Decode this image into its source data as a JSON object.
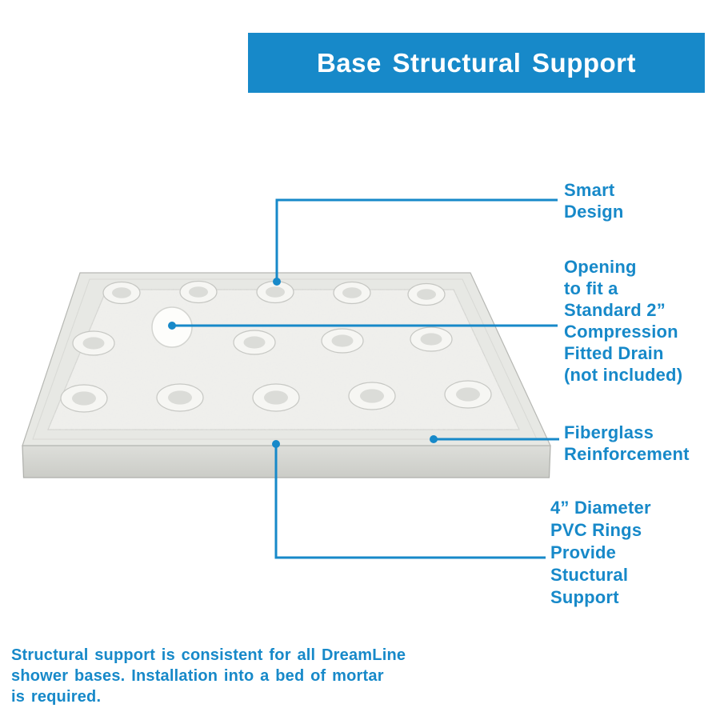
{
  "page": {
    "background": "#ffffff",
    "accent_color": "#1789c9"
  },
  "header": {
    "title": "Base Structural Support",
    "background": "#1789c9",
    "text_color": "#ffffff"
  },
  "callouts": [
    {
      "id": "smart-design",
      "text": "Smart\nDesign"
    },
    {
      "id": "drain-opening",
      "text": "Opening\nto fit a\nStandard 2”\nCompression\nFitted Drain\n(not included)"
    },
    {
      "id": "fiberglass-reinforcement",
      "text": "Fiberglass\nReinforcement"
    },
    {
      "id": "pvc-rings",
      "text": "4” Diameter\nPVC Rings\nProvide\nStuctural\nSupport"
    }
  ],
  "footer_note": "Structural support is consistent for all DreamLine\nshower bases. Installation into a bed of mortar\nis required."
}
